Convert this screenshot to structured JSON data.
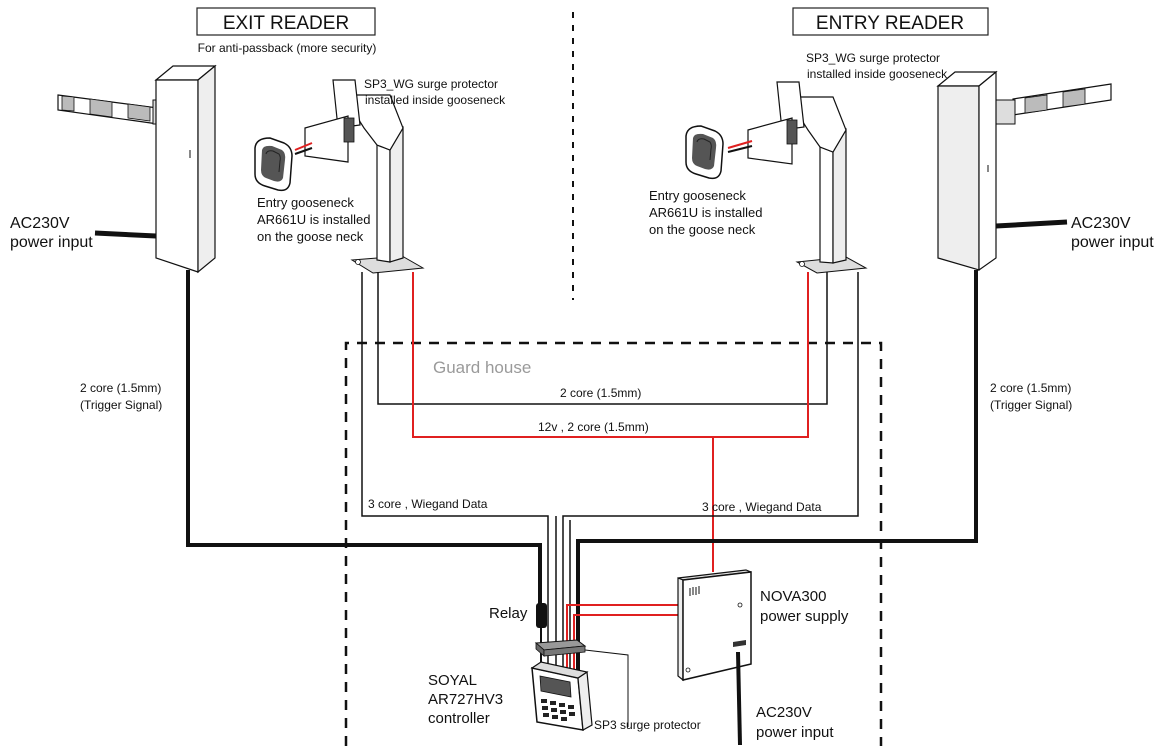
{
  "exit_reader": {
    "title": "EXIT READER",
    "subtitle": "For anti-passback (more security)",
    "surge_note_line1": "SP3_WG surge protector",
    "surge_note_line2": "installed inside gooseneck",
    "reader_note_line1": "Entry gooseneck",
    "reader_note_line2": "AR661U is installed",
    "reader_note_line3": "on the goose neck",
    "power_line1": "AC230V",
    "power_line2": "power input",
    "trigger_line1": "2 core (1.5mm)",
    "trigger_line2": "(Trigger Signal)"
  },
  "entry_reader": {
    "title": "ENTRY READER",
    "surge_note_line1": "SP3_WG surge protector",
    "surge_note_line2": "installed inside gooseneck",
    "reader_note_line1": "Entry gooseneck",
    "reader_note_line2": "AR661U is installed",
    "reader_note_line3": "on the goose neck",
    "power_line1": "AC230V",
    "power_line2": "power input",
    "trigger_line1": "2 core (1.5mm)",
    "trigger_line2": "(Trigger Signal)"
  },
  "guard_house": {
    "label": "Guard house",
    "cable_2core": "2 core (1.5mm)",
    "cable_12v": "12v , 2 core (1.5mm)",
    "wiegand_left": "3 core , Wiegand Data",
    "wiegand_right": "3 core , Wiegand Data",
    "relay": "Relay",
    "controller_line1": "SOYAL",
    "controller_line2": "AR727HV3",
    "controller_line3": "controller",
    "sp3": "SP3 surge protector",
    "psu_line1": "NOVA300",
    "psu_line2": "power supply",
    "psu_power_line1": "AC230V",
    "psu_power_line2": "power input"
  },
  "colors": {
    "wire_black": "#111111",
    "wire_red": "#e02020",
    "guard_text": "#9a9a9a"
  }
}
